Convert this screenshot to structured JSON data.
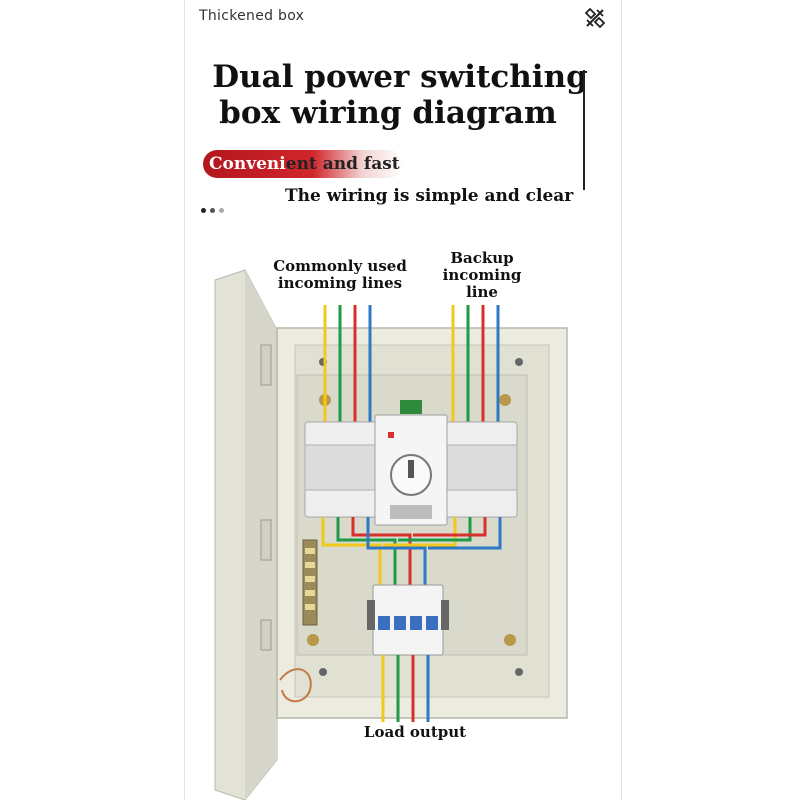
{
  "header": {
    "tag": "Thickened box",
    "share_icon": "share-icon"
  },
  "title": {
    "line1": "Dual power switching",
    "line2": "box wiring diagram"
  },
  "badge": {
    "text_light": "Conveni",
    "text_dark": "ent and fast",
    "color": "#c8202a"
  },
  "subtitle": "The wiring is simple and clear",
  "labels": {
    "common": "Commonly used incoming lines",
    "backup": "Backup incoming line",
    "load": "Load output"
  },
  "wire_colors": {
    "yellow": "#f2c81c",
    "green": "#1f9a48",
    "red": "#d8302c",
    "blue": "#2f78c4"
  }
}
